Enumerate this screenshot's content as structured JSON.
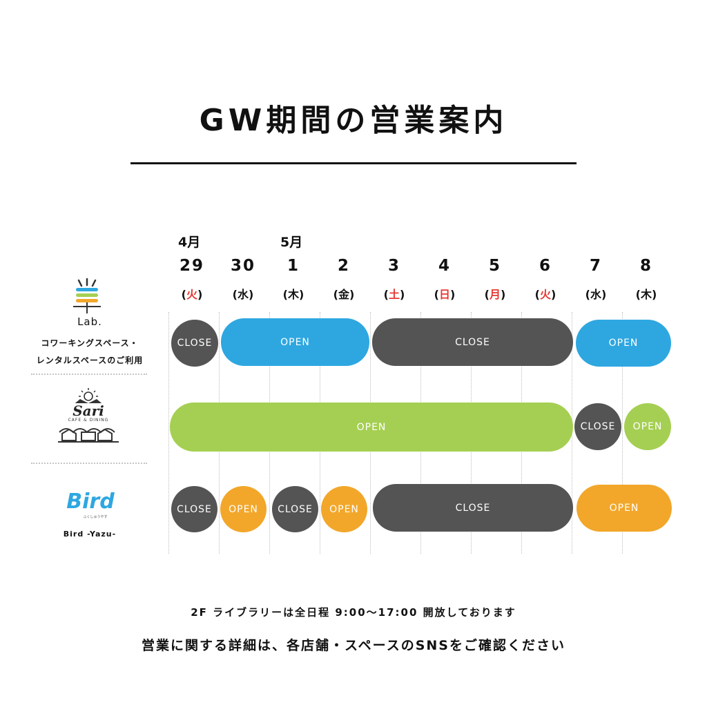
{
  "title": "GW期間の営業案内",
  "months": [
    "4月",
    "5月"
  ],
  "days": [
    "29",
    "30",
    "1",
    "2",
    "3",
    "4",
    "5",
    "6",
    "7",
    "8"
  ],
  "weekdays": [
    "火",
    "水",
    "木",
    "金",
    "土",
    "日",
    "月",
    "火",
    "水",
    "木"
  ],
  "holiday_color": "#e53935",
  "colors": {
    "close": "#545454",
    "lab": "#2ea7e0",
    "sari": "#a5cf52",
    "bird": "#f2a72a"
  },
  "status": {
    "close": "CLOSE",
    "open": "OPEN"
  },
  "venues": {
    "lab": {
      "logo_text": "Lab.",
      "label_line1": "コワーキングスペース・",
      "label_line2": "レンタルスペースのご利用"
    },
    "sari": {
      "logo_text": "Sari",
      "logo_sub": "CAFE & DINING"
    },
    "bird": {
      "logo_text": "Bird",
      "logo_sub": "ふくしゅうやす",
      "label": "Bird -Yazu-"
    }
  },
  "footer": {
    "line1": "2F ライブラリーは全日程 9:00〜17:00 開放しております",
    "line2": "営業に関する詳細は、各店舗・スペースのSNSをご確認ください"
  }
}
